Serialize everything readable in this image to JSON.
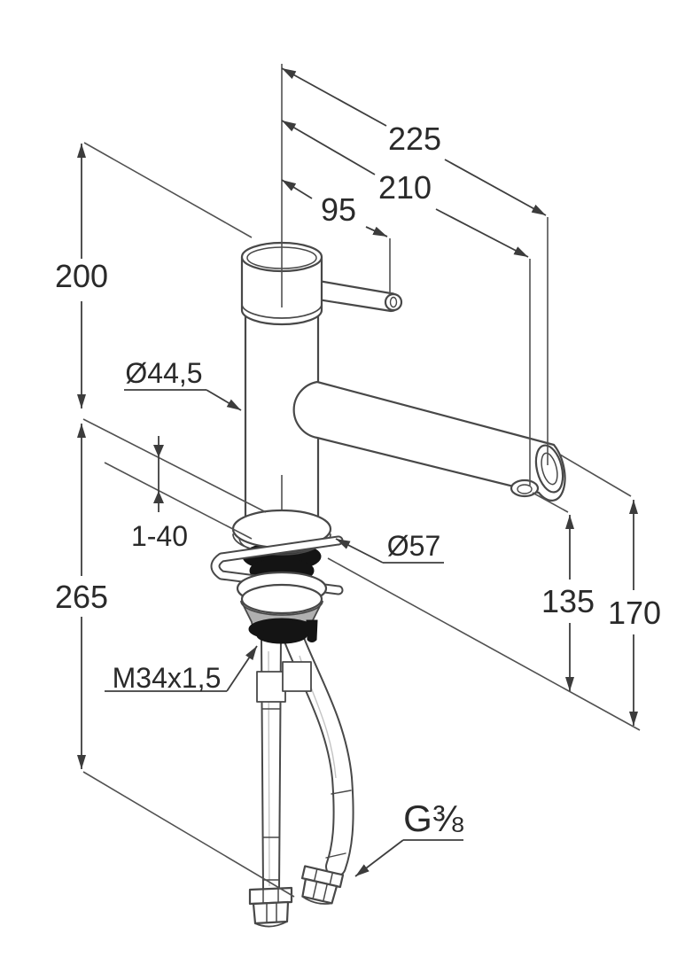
{
  "drawing": {
    "description": "Technical dimension drawing of a single-lever kitchen sink mixer tap with flexible supply hoses",
    "units": "mm",
    "dimensions": {
      "overall_reach": "225",
      "spout_reach": "210",
      "lever_length": "95",
      "height_above_mount": "200",
      "below_mount": "265",
      "body_diameter": "Ø44,5",
      "mount_thickness": "1-40",
      "base_diameter": "Ø57",
      "outlet_height": "135",
      "spout_end_height": "170",
      "mount_thread": "M34x1,5",
      "hose_thread": "G⅜"
    },
    "colors": {
      "line": "#484848",
      "text": "#2a2a2a",
      "background": "#ffffff",
      "dark_fill": "#141414",
      "nut_gray": "#b0b0b0"
    }
  }
}
